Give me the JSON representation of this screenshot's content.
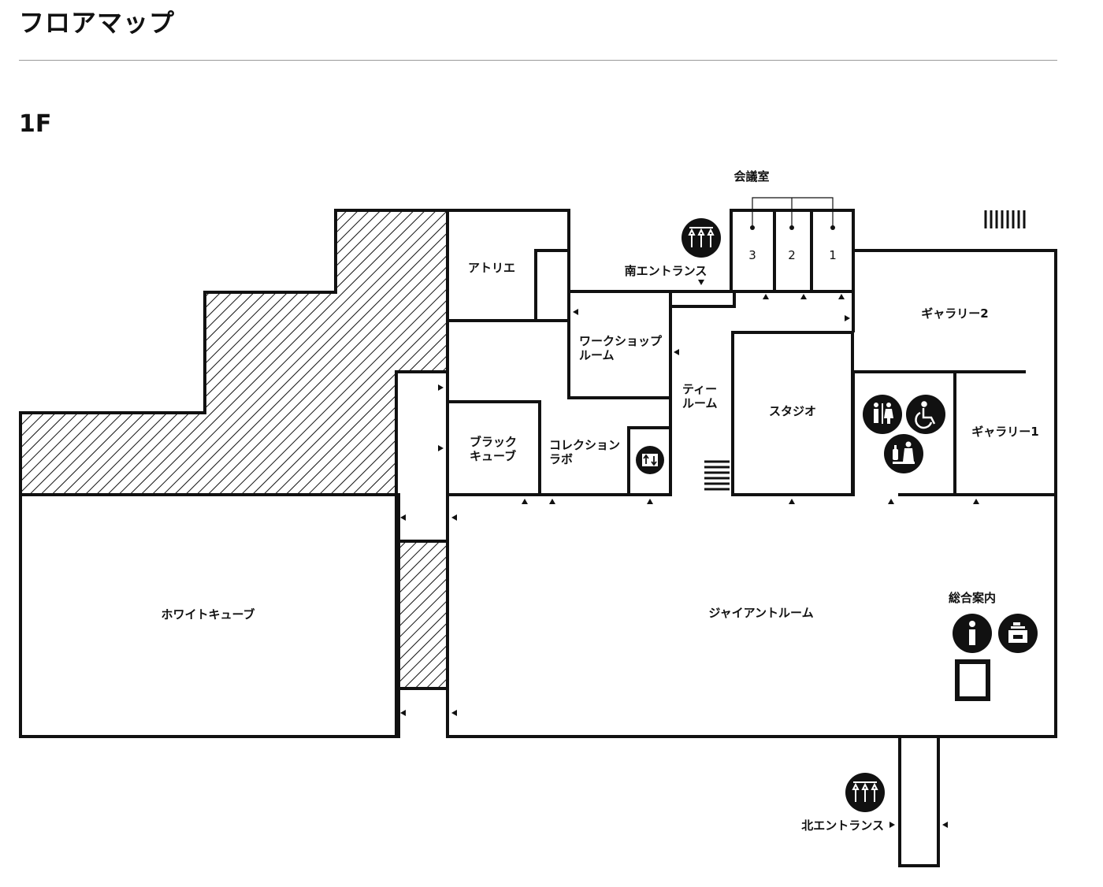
{
  "page": {
    "title": "フロアマップ",
    "floor": "1F"
  },
  "rooms": {
    "atelier": "アトリエ",
    "workshop_line1": "ワークショップ",
    "workshop_line2": "ルーム",
    "tea_line1": "ティー",
    "tea_line2": "ルーム",
    "studio": "スタジオ",
    "gallery2": "ギャラリー2",
    "gallery1": "ギャラリー1",
    "black_cube_line1": "ブラック",
    "black_cube_line2": "キューブ",
    "collection_line1": "コレクション",
    "collection_line2": "ラボ",
    "white_cube": "ホワイトキューブ",
    "giant_room": "ジャイアントルーム",
    "meeting": "会議室",
    "meeting_numbers": [
      "3",
      "2",
      "1"
    ]
  },
  "entrances": {
    "south": "南エントランス",
    "north": "北エントランス"
  },
  "info": {
    "label": "総合案内"
  },
  "icons": [
    "umbrella-stand-icon",
    "elevator-icon",
    "restroom-icon",
    "accessible-restroom-icon",
    "nursing-room-icon",
    "information-icon",
    "coin-locker-icon",
    "stairs-icon"
  ]
}
